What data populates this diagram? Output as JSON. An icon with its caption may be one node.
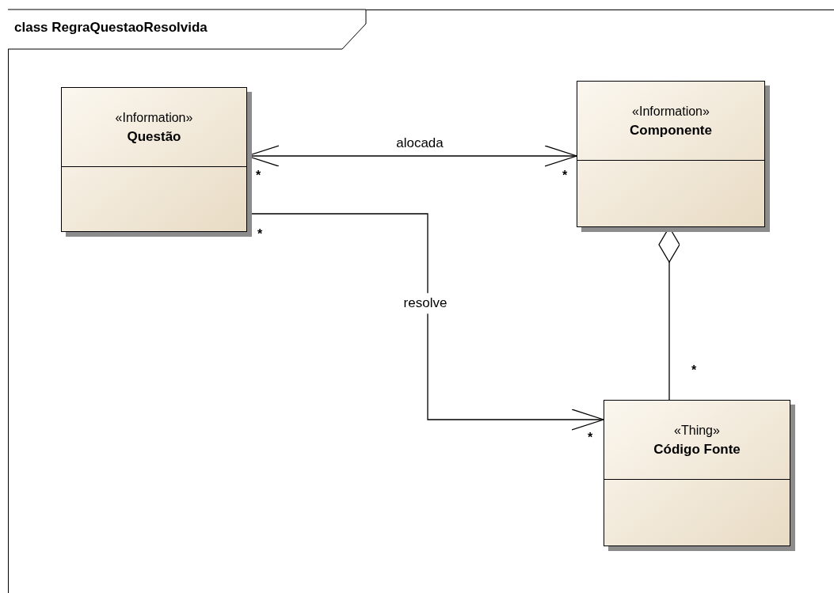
{
  "diagram": {
    "title": "class RegraQuestaoResolvida",
    "nodes": [
      {
        "text": [
          "«Information»",
          "Questão"
        ]
      },
      {
        "text": [
          "«Information»",
          "Componente"
        ]
      },
      {
        "text": [
          "«Thing»",
          "Código Fonte"
        ]
      }
    ],
    "edges": [
      {
        "from": 0,
        "to": 1,
        "arrow": "both",
        "label": "alocada"
      },
      {
        "from": 0,
        "to": 2,
        "arrow": "to",
        "label": "resolve"
      },
      {
        "from": 1,
        "to": 2,
        "arrow": "other"
      }
    ],
    "labels": [
      "*",
      "*",
      "*",
      "*",
      "*"
    ]
  }
}
